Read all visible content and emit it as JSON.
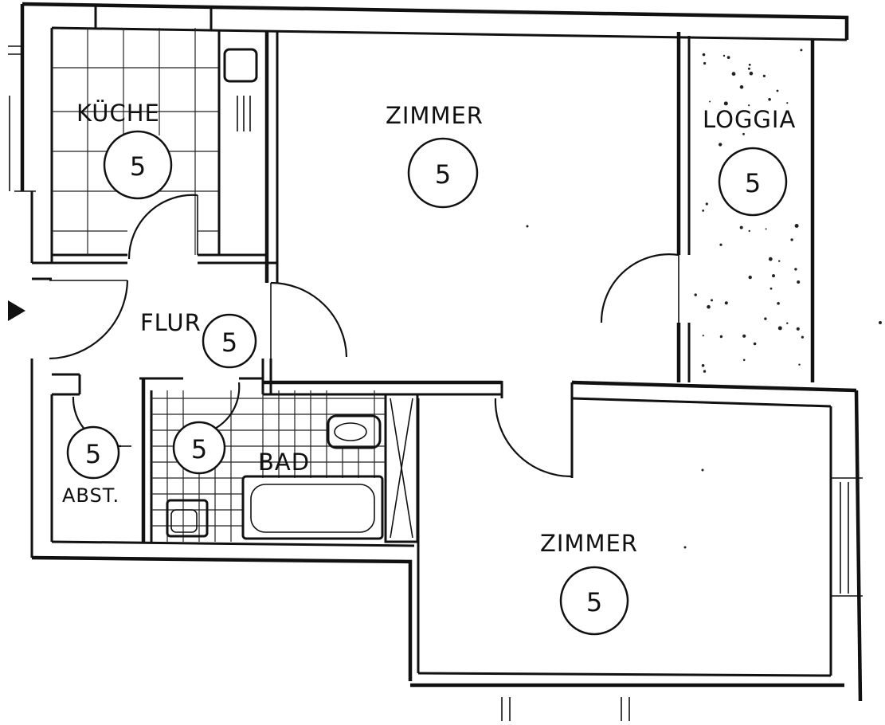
{
  "plan": {
    "rooms": [
      {
        "id": "kueche",
        "label": "KÜCHE",
        "marker": "5"
      },
      {
        "id": "zimmer1",
        "label": "ZIMMER",
        "marker": "5"
      },
      {
        "id": "loggia",
        "label": "LOGGIA",
        "marker": "5"
      },
      {
        "id": "flur",
        "label": "FLUR",
        "marker": "5"
      },
      {
        "id": "bad",
        "label": "BAD",
        "marker": "5"
      },
      {
        "id": "abst",
        "label": "ABST.",
        "marker": "5"
      },
      {
        "id": "zimmer2",
        "label": "ZIMMER",
        "marker": "5"
      }
    ],
    "entrance_icon": "entrance-arrow-icon"
  }
}
